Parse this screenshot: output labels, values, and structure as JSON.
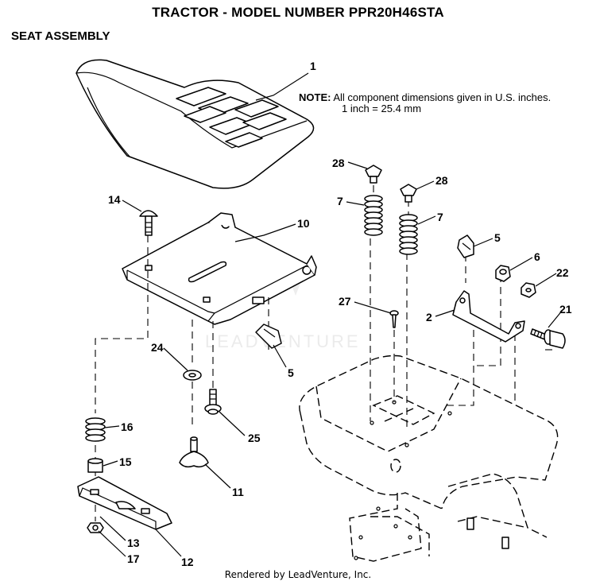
{
  "header": {
    "title": "TRACTOR - MODEL NUMBER PPR20H46STA",
    "section": "SEAT ASSEMBLY"
  },
  "note": {
    "label": "NOTE:",
    "line1": "All component dimensions given in U.S. inches.",
    "line2": "1 inch = 25.4 mm"
  },
  "watermark": "LEADVENTURE",
  "footer": "Rendered by LeadVenture, Inc.",
  "callouts": [
    "1",
    "2",
    "5",
    "5",
    "6",
    "7",
    "7",
    "10",
    "11",
    "12",
    "13",
    "14",
    "15",
    "16",
    "17",
    "21",
    "22",
    "24",
    "25",
    "27",
    "28",
    "28"
  ]
}
